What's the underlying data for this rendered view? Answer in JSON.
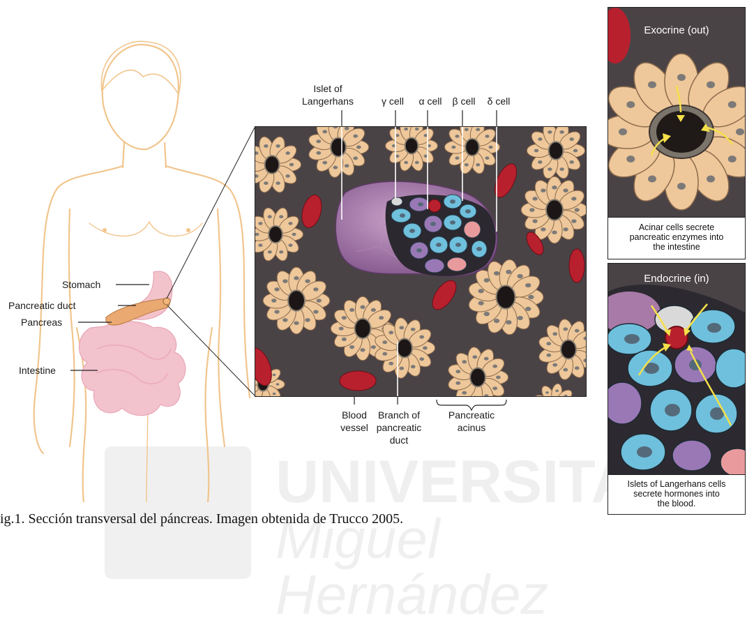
{
  "body_labels": {
    "stomach": "Stomach",
    "pancreatic_duct": "Pancreatic duct",
    "pancreas": "Pancreas",
    "intestine": "Intestine"
  },
  "micro_labels": {
    "islet": [
      "Islet of",
      "Langerhans"
    ],
    "gamma_cell": "γ cell",
    "alpha_cell": "α cell",
    "beta_cell": "β cell",
    "delta_cell": "δ cell",
    "blood_vessel": [
      "Blood",
      "vessel"
    ],
    "branch_duct": [
      "Branch of",
      "pancreatic",
      "duct"
    ],
    "acinus": [
      "Pancreatic",
      "acinus"
    ]
  },
  "exocrine": {
    "title": "Exocrine (out)",
    "caption": [
      "Acinar cells secrete",
      "pancreatic enzymes into",
      "the intestine"
    ]
  },
  "endocrine": {
    "title": "Endocrine (in)",
    "caption": [
      "Islets of Langerhans cells",
      "secrete hormones into",
      "the blood."
    ]
  },
  "watermark": [
    "UNIVERSITAS",
    "Miguel",
    "Hernández"
  ],
  "figure_caption": "ig.1. Sección transversal del páncreas. Imagen obtenida de Trucco 2005.",
  "colors": {
    "acinar": "#eec79a",
    "acinar_edge": "#8a6a4c",
    "tissue_bg": "#4a4346",
    "blood": "#b8202e",
    "alpha_blue": "#6fc0dc",
    "beta_purple": "#9a78b6",
    "delta_pink": "#e89a9c",
    "islet_purple": "#a87aa8",
    "body_outline": "#f1c58d",
    "intestine": "#efb9c6",
    "arrow": "#f5e04a"
  }
}
